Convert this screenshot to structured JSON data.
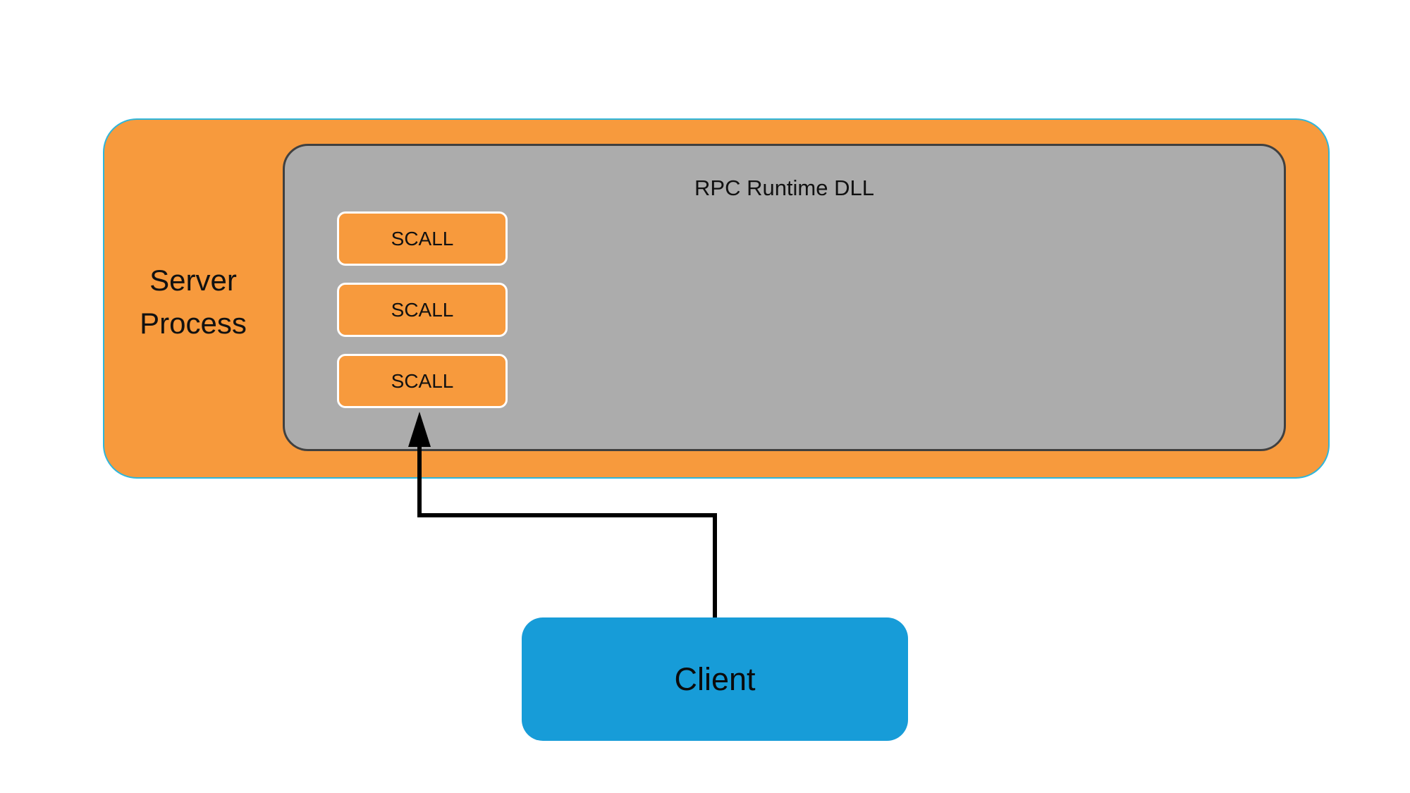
{
  "diagram": {
    "server_process": {
      "label": "Server Process",
      "fill": "#F79A3D",
      "border": "#2FB6DB"
    },
    "rpc_runtime_dll": {
      "label": "RPC Runtime DLL",
      "fill": "#ACACAC",
      "border": "#404040"
    },
    "scall_boxes": [
      {
        "label": "SCALL"
      },
      {
        "label": "SCALL"
      },
      {
        "label": "SCALL"
      }
    ],
    "client": {
      "label": "Client",
      "fill": "#179CD8"
    },
    "connector": {
      "color": "#000000"
    }
  }
}
